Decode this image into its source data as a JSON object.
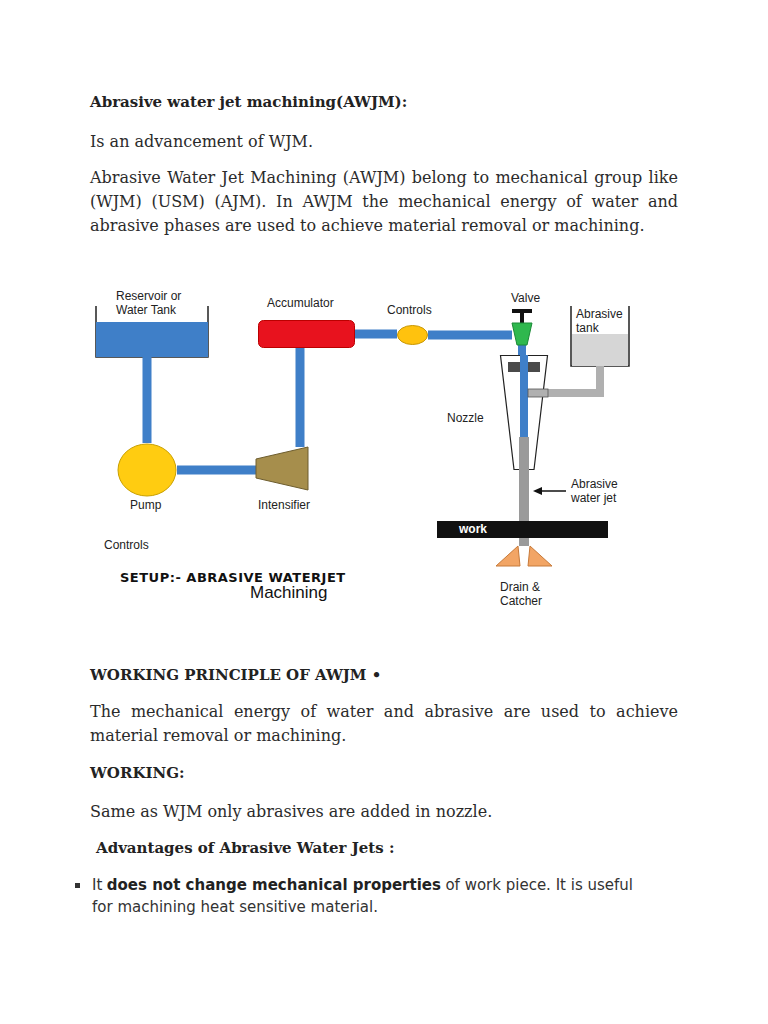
{
  "diagram": {
    "title": "Abrasive water jet machining(AWJM):",
    "nodes": [
      {
        "text": [
          "Reservoir or Water Tank"
        ]
      },
      {
        "text": [
          "Accumulator"
        ]
      },
      {
        "text": [
          "Controls"
        ]
      },
      {
        "text": [
          "Valve"
        ]
      },
      {
        "text": [
          "Abrasive tank"
        ]
      },
      {
        "text": [
          "Nozzle"
        ]
      },
      {
        "text": [
          "Pump"
        ]
      },
      {
        "text": [
          "Intensifier"
        ]
      },
      {
        "text": [
          "work"
        ]
      },
      {
        "text": [
          "Drain & Catcher"
        ]
      }
    ],
    "edges": [
      {
        "from": 0,
        "to": 6,
        "arrow": "none"
      },
      {
        "from": 6,
        "to": 7,
        "arrow": "none"
      },
      {
        "from": 7,
        "to": 1,
        "arrow": "none"
      },
      {
        "from": 1,
        "to": 2,
        "arrow": "none"
      },
      {
        "from": 2,
        "to": 3,
        "arrow": "none"
      },
      {
        "from": 3,
        "to": 5,
        "arrow": "none"
      },
      {
        "from": 4,
        "to": 5,
        "arrow": "none"
      },
      {
        "from": 5,
        "to": 8,
        "arrow": "none"
      },
      {
        "from": 8,
        "to": 9,
        "arrow": "none"
      }
    ],
    "labels": [
      "Is an advancement of WJM.",
      "Abrasive Water Jet Machining (AWJM) belong to mechanical group like (WJM) (USM) (AJM). In AWJM the mechanical energy of water and abrasive phases are used to achieve material removal or machining.",
      "Controls",
      "SETUP:- ABRASIVE WATERJET",
      "Machining",
      "Abrasive water jet",
      "WORKING PRINCIPLE OF AWJM •",
      "The mechanical energy of water and abrasive are used to achieve material removal or machining.",
      "WORKING:",
      "Same as WJM only abrasives are added in nozzle.",
      "Advantages of Abrasive Water Jets :",
      "It",
      "does not change mechanical properties",
      "of work piece. It is useful for machining heat sensitive material."
    ]
  }
}
